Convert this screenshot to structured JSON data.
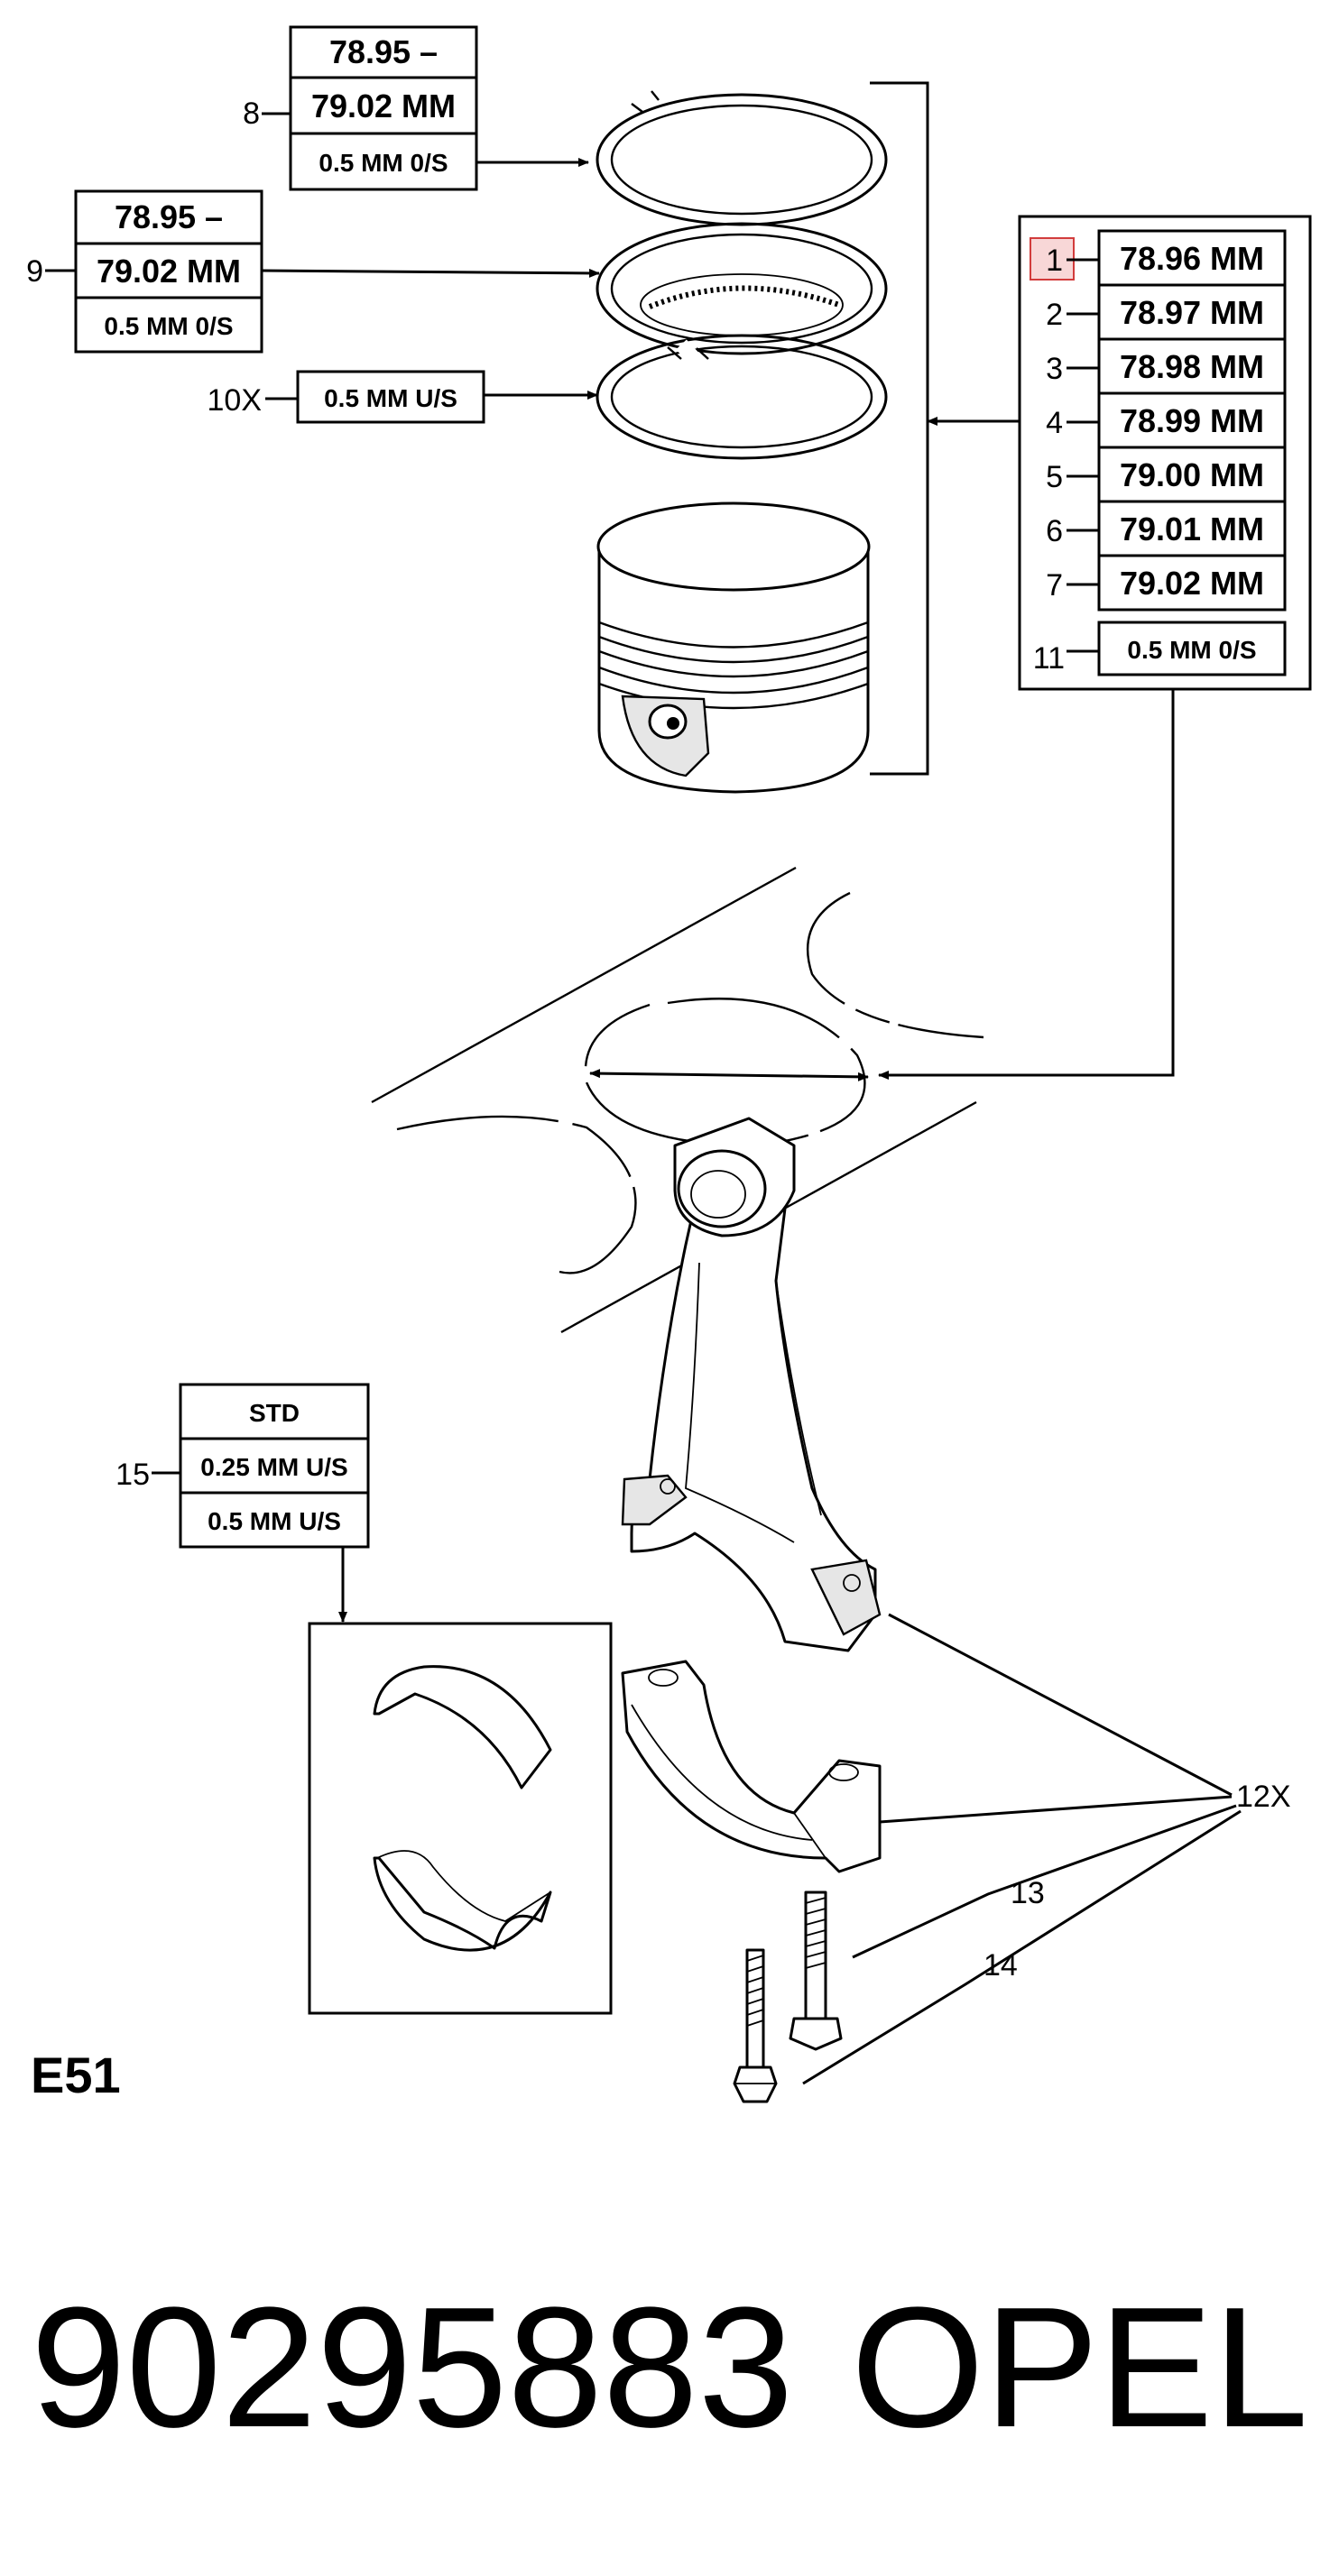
{
  "ring_top": {
    "callout": "8",
    "range_line1": "78.95 –",
    "range_line2": "79.02 MM",
    "oversize": "0.5 MM 0/S"
  },
  "ring_mid": {
    "callout": "9",
    "range_line1": "78.95 –",
    "range_line2": "79.02 MM",
    "oversize": "0.5 MM 0/S"
  },
  "ring_oil": {
    "callout": "10X",
    "size": "0.5 MM U/S"
  },
  "piston_sizes": [
    {
      "callout": "1",
      "size": "78.96 MM",
      "highlight": true
    },
    {
      "callout": "2",
      "size": "78.97 MM"
    },
    {
      "callout": "3",
      "size": "78.98 MM"
    },
    {
      "callout": "4",
      "size": "78.99 MM"
    },
    {
      "callout": "5",
      "size": "79.00 MM"
    },
    {
      "callout": "6",
      "size": "79.01 MM"
    },
    {
      "callout": "7",
      "size": "79.02 MM"
    }
  ],
  "piston_oversize": {
    "callout": "11",
    "size": "0.5 MM 0/S"
  },
  "bearing_sizes": {
    "callout": "15",
    "items": [
      "STD",
      "0.25 MM U/S",
      "0.5 MM U/S"
    ]
  },
  "callouts": {
    "conrod": "12X",
    "bolt_a": "13",
    "bolt_b": "14"
  },
  "diagram_code": "E51",
  "footer": {
    "part_number": "90295883",
    "brand": "OPEL"
  },
  "colors": {
    "highlight_fill": "#f8d7d7",
    "highlight_stroke": "#d23c3c",
    "ink": "#000000"
  }
}
